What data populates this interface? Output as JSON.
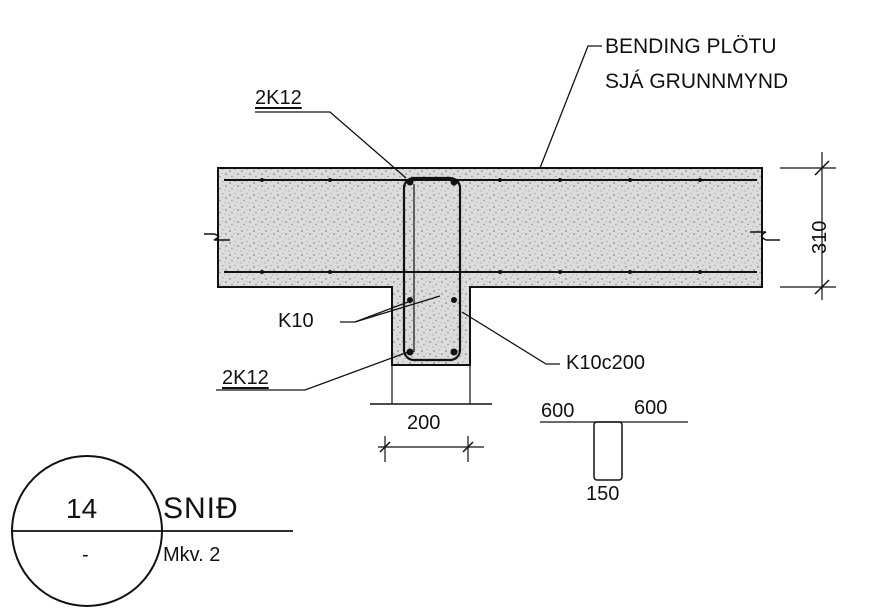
{
  "detail": {
    "labels": {
      "bending_line1": "BENDING PLÖTU",
      "bending_line2": "SJÁ GRUNNMYND",
      "top_bars": "2K12",
      "bottom_bars": "2K12",
      "side_bars": "K10",
      "stirrups": "K10c200",
      "slab_thickness": "310",
      "beam_width": "200",
      "shape_left": "600",
      "shape_right": "600",
      "shape_bottom": "150"
    },
    "title_block": {
      "number": "14",
      "title": "SNIÐ",
      "sheet": "-",
      "scale": "Mkv. 2"
    }
  },
  "colors": {
    "line": "#111111",
    "concrete_fill": "#d9d9d9",
    "background": "#ffffff"
  }
}
